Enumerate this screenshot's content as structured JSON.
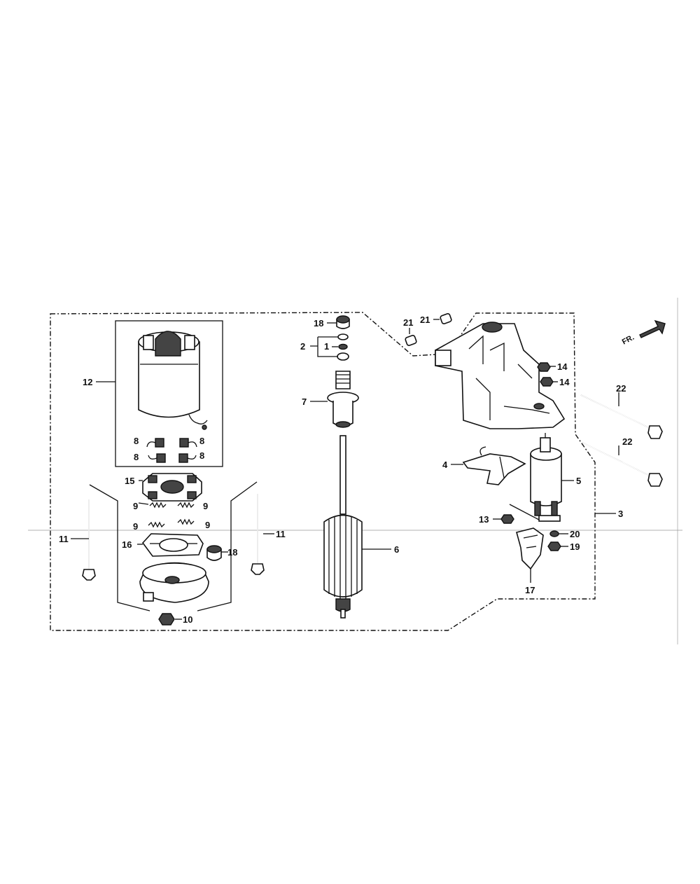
{
  "diagram": {
    "orientation_marker": "FR.",
    "callouts": {
      "p1": "1",
      "p2": "2",
      "p3": "3",
      "p4": "4",
      "p5": "5",
      "p6": "6",
      "p7": "7",
      "p8": "8",
      "p9": "9",
      "p10": "10",
      "p11": "11",
      "p12": "12",
      "p13": "13",
      "p14": "14",
      "p15": "15",
      "p16": "16",
      "p17": "17",
      "p18": "18",
      "p19": "19",
      "p20": "20",
      "p21": "21",
      "p22": "22"
    }
  }
}
